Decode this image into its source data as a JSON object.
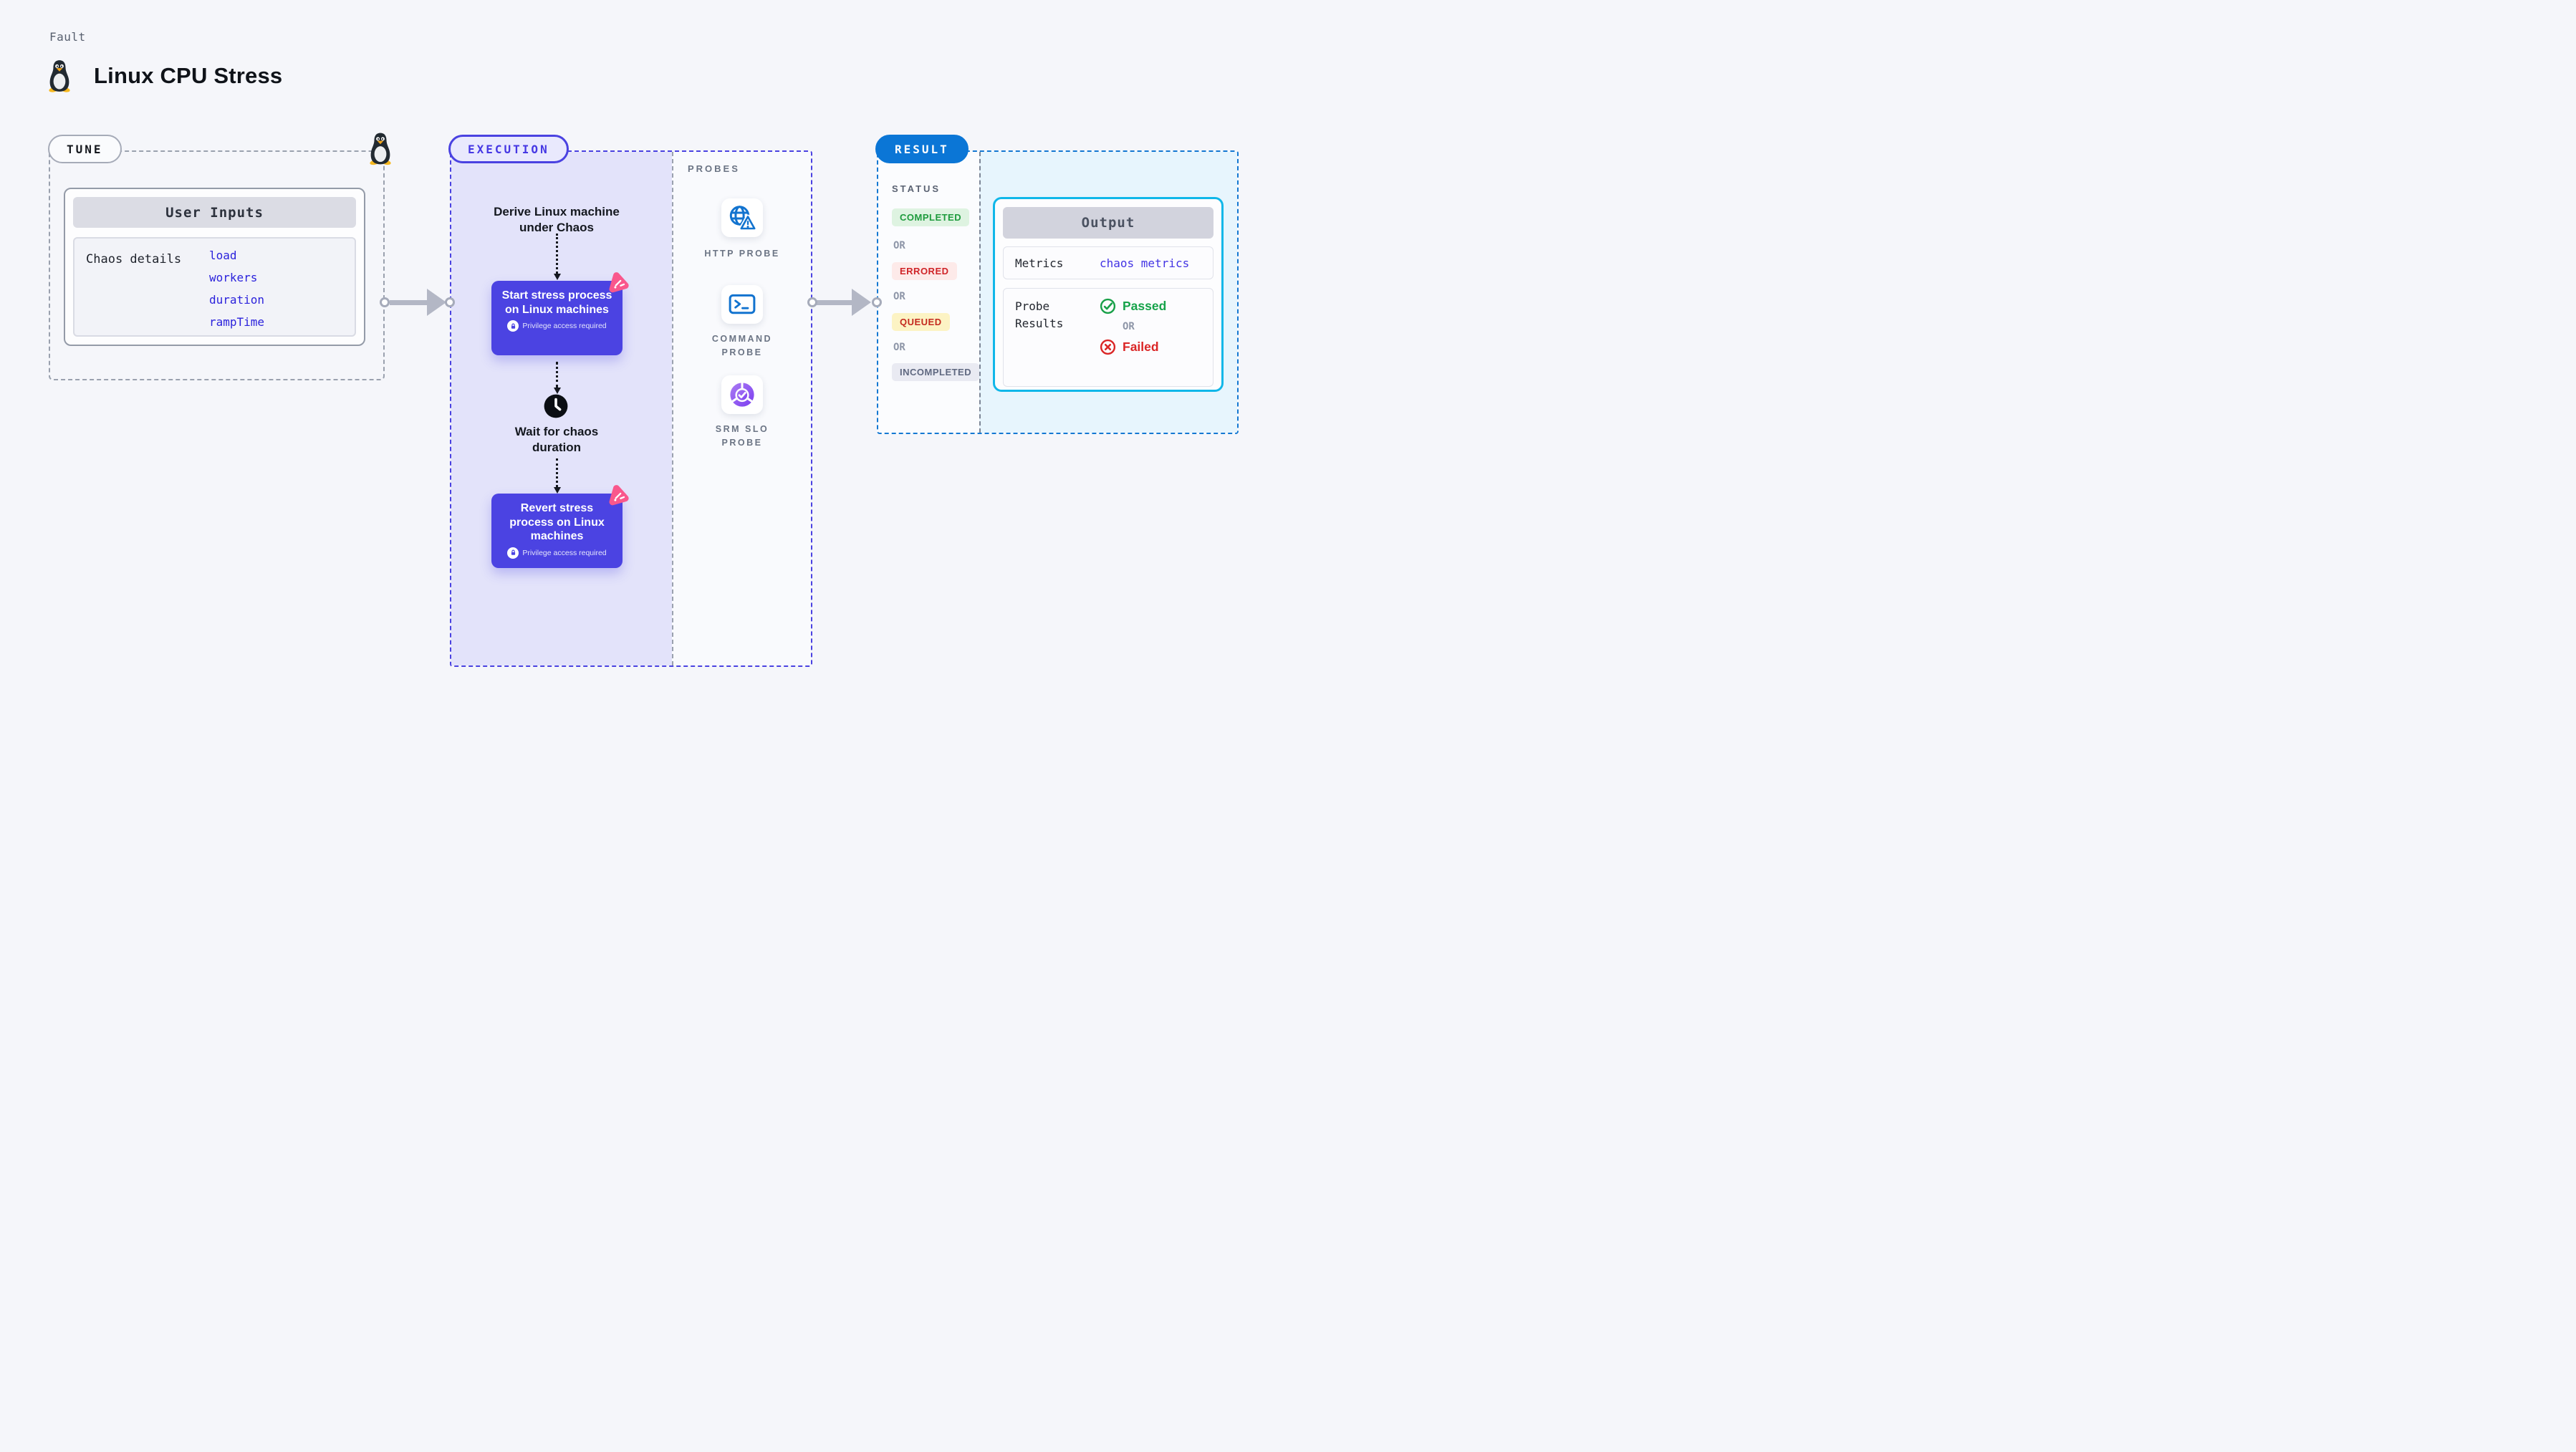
{
  "header": {
    "kicker": "Fault",
    "title": "Linux CPU Stress"
  },
  "tune": {
    "badge": "TUNE",
    "card_title": "User Inputs",
    "row_label": "Chaos details",
    "links": [
      "load",
      "workers",
      "duration",
      "rampTime"
    ]
  },
  "execution": {
    "badge": "EXECUTION",
    "step_derive": "Derive Linux machine under Chaos",
    "step_start": "Start stress process on Linux machines",
    "step_start_note": "Privilege access required",
    "step_wait": "Wait for chaos duration",
    "step_revert": "Revert stress process on Linux machines",
    "step_revert_note": "Privilege access required"
  },
  "probes": {
    "label": "PROBES",
    "items": [
      {
        "label": "HTTP PROBE",
        "icon": "http-probe-icon"
      },
      {
        "label": "COMMAND PROBE",
        "icon": "command-probe-icon"
      },
      {
        "label": "SRM SLO PROBE",
        "icon": "srm-slo-probe-icon"
      }
    ]
  },
  "result": {
    "badge": "RESULT",
    "status_label": "STATUS",
    "or_label": "OR",
    "statuses": [
      {
        "label": "COMPLETED",
        "fg": "#1e9b3d",
        "bg": "#def3e1"
      },
      {
        "label": "ERRORED",
        "fg": "#cf2428",
        "bg": "#fdeae9"
      },
      {
        "label": "QUEUED",
        "fg": "#c42a1e",
        "bg": "#fcf3c4"
      },
      {
        "label": "INCOMPLETED",
        "fg": "#5f6880",
        "bg": "#e9eaf2"
      }
    ],
    "output": {
      "title": "Output",
      "metrics_label": "Metrics",
      "metrics_value": "chaos metrics",
      "probe_results_label": "Probe Results",
      "passed": "Passed",
      "or_label": "OR",
      "failed": "Failed"
    }
  },
  "colors": {
    "accent_indigo": "#4b43e2",
    "execution_border": "#4a42e1",
    "result_blue": "#0b76d6",
    "output_border_cyan": "#10b7e9",
    "link_blue": "#2b22dc",
    "passed_green": "#16a34a",
    "failed_red": "#da2626",
    "chaos_pink": "#f9578c",
    "probe_icon_blue": "#1273cf",
    "slo_purple": "#7b3df0"
  }
}
